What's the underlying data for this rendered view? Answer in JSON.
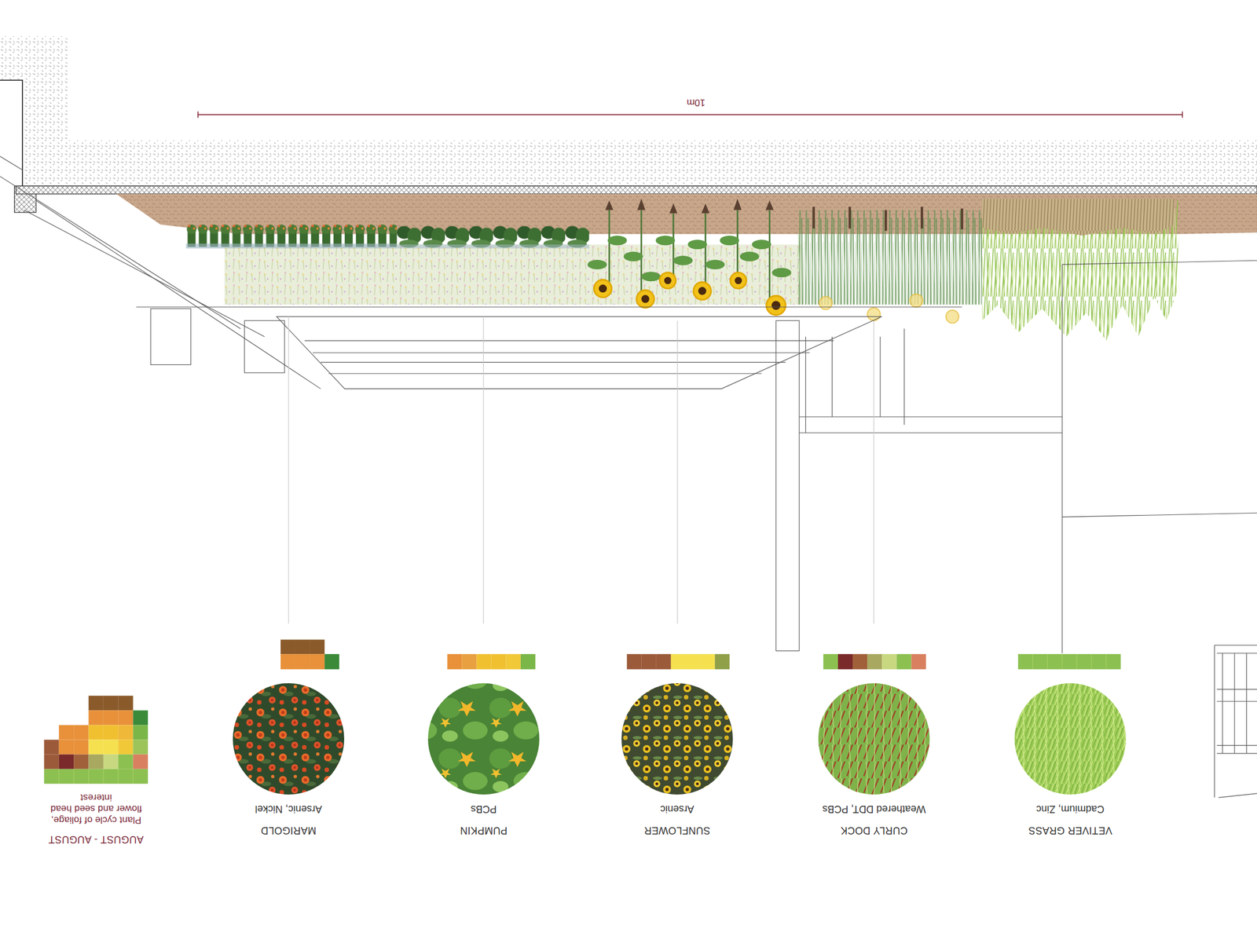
{
  "diagram": {
    "nodes": [
      {
        "text": [
          "VETIVER GRASS",
          "Cadmium, Zinc"
        ]
      },
      {
        "text": [
          "CURLY DOCK",
          "Weathered DDT, PCBs"
        ]
      },
      {
        "text": [
          "SUNFLOWER",
          "Arsenic"
        ]
      },
      {
        "text": [
          "PUMPKIN",
          "PCBs"
        ]
      },
      {
        "text": [
          "MARIGOLD",
          "Arsenic, Nickel"
        ]
      }
    ],
    "labels": [
      "10m",
      "AUGUST - AUGUST",
      "Plant cycle of foliage, flower and seed head interest"
    ]
  }
}
